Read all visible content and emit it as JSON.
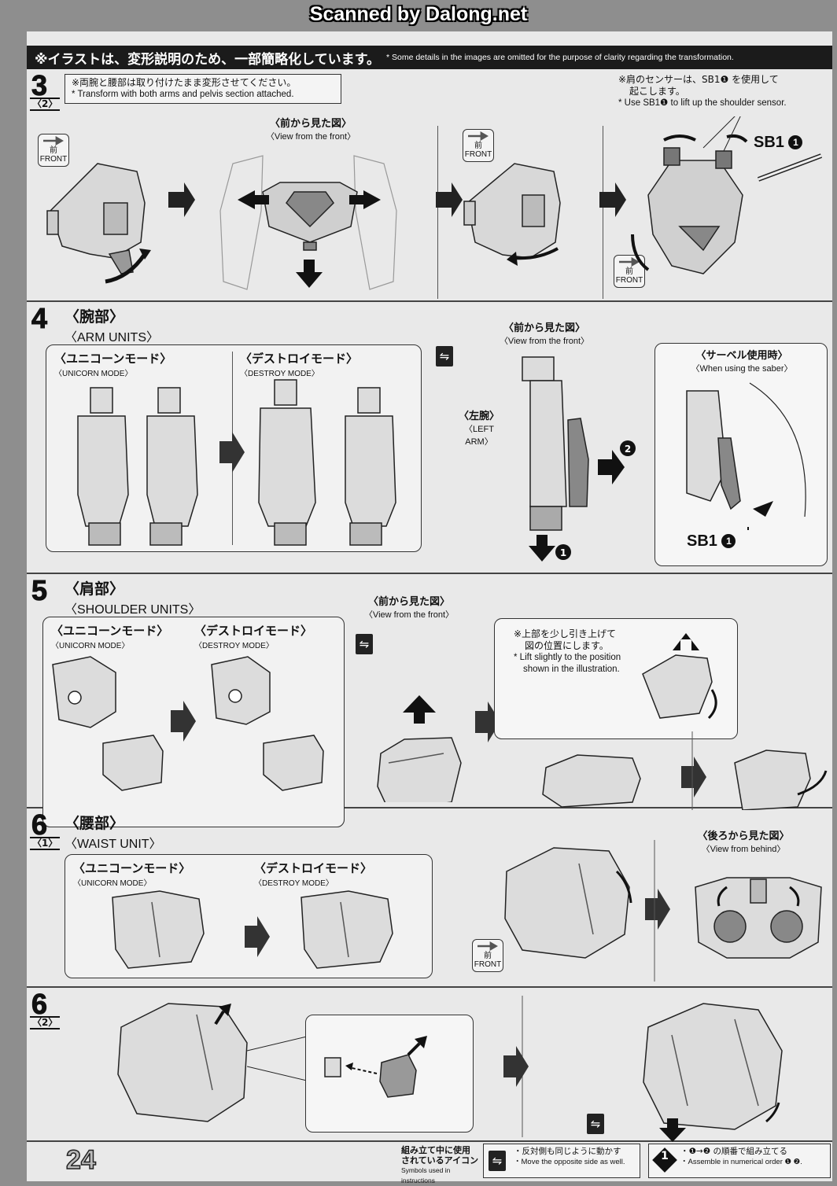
{
  "watermark": "Scanned by Dalong.net",
  "header": {
    "jp": "※イラストは、変形説明のため、一部簡略化しています。",
    "en": "* Some details in the images are omitted for the purpose of clarity regarding the transformation."
  },
  "step3": {
    "num": "3",
    "sub": "2",
    "note1_jp": "※両腕と腰部は取り付けたまま変形させてください。",
    "note1_en": "* Transform with both arms and pelvis section attached.",
    "view_front_jp": "〈前から見た図〉",
    "view_front_en": "〈View from the front〉",
    "note2_jp1": "※肩のセンサーは、SB1❶ を使用して",
    "note2_jp2": "起こします。",
    "note2_en": "* Use SB1❶ to lift up the shoulder sensor.",
    "tool": "SB1",
    "tool_num": "1",
    "front_jp": "前",
    "front_en": "FRONT"
  },
  "step4": {
    "num": "4",
    "title_jp": "〈腕部〉",
    "title_en": "〈ARM UNITS〉",
    "unicorn_jp": "〈ユニコーンモード〉",
    "unicorn_en": "〈UNICORN MODE〉",
    "destroy_jp": "〈デストロイモード〉",
    "destroy_en": "〈DESTROY MODE〉",
    "view_front_jp": "〈前から見た図〉",
    "view_front_en": "〈View from the front〉",
    "left_arm_jp": "〈左腕〉",
    "left_arm_en": "〈LEFT ARM〉",
    "saber_jp": "〈サーベル使用時〉",
    "saber_en": "〈When using the saber〉",
    "tool": "SB1",
    "tool_num": "1",
    "num1": "1",
    "num2": "2"
  },
  "step5": {
    "num": "5",
    "title_jp": "〈肩部〉",
    "title_en": "〈SHOULDER UNITS〉",
    "unicorn_jp": "〈ユニコーンモード〉",
    "unicorn_en": "〈UNICORN MODE〉",
    "destroy_jp": "〈デストロイモード〉",
    "destroy_en": "〈DESTROY MODE〉",
    "view_front_jp": "〈前から見た図〉",
    "view_front_en": "〈View from the front〉",
    "note_jp1": "※上部を少し引き上げて",
    "note_jp2": "図の位置にします。",
    "note_en1": "* Lift slightly to the position",
    "note_en2": "shown in the illustration."
  },
  "step6a": {
    "num": "6",
    "sub": "1",
    "title_jp": "〈腰部〉",
    "title_en": "〈WAIST UNIT〉",
    "unicorn_jp": "〈ユニコーンモード〉",
    "unicorn_en": "〈UNICORN MODE〉",
    "destroy_jp": "〈デストロイモード〉",
    "destroy_en": "〈DESTROY MODE〉",
    "view_behind_jp": "〈後ろから見た図〉",
    "view_behind_en": "〈View from behind〉",
    "front_jp": "前",
    "front_en": "FRONT"
  },
  "step6b": {
    "num": "6",
    "sub": "2"
  },
  "footer": {
    "page": "24",
    "legend_title_jp1": "組み立て中に使用",
    "legend_title_jp2": "されているアイコン",
    "legend_title_en": "Symbols used in instructions",
    "mirror_jp": "・反対側も同じように動かす",
    "mirror_en": "・Move the opposite side as well.",
    "order_jp": "・❶→❷ の順番で組み立てる",
    "order_en": "・Assemble in numerical order ❶ ❷.",
    "order_num": "1"
  }
}
